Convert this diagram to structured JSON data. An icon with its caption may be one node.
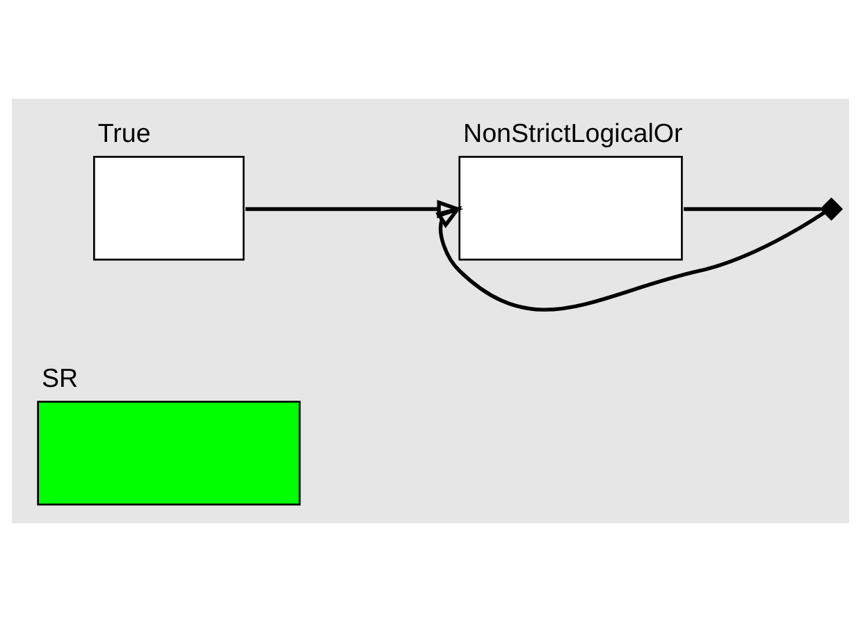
{
  "diagram": {
    "nodes": [
      {
        "text": [
          "SR"
        ]
      },
      {
        "text": [
          "True"
        ]
      },
      {
        "text": [
          "NonStrictLogicalOr"
        ]
      },
      {
        "text": [],
        "shape": "diamond"
      }
    ],
    "edges": [
      {
        "from": 1,
        "to": 2,
        "arrow": "to"
      },
      {
        "from": 2,
        "to": 3,
        "arrow": "none"
      },
      {
        "from": 3,
        "to": 2,
        "arrow": "to"
      }
    ]
  }
}
